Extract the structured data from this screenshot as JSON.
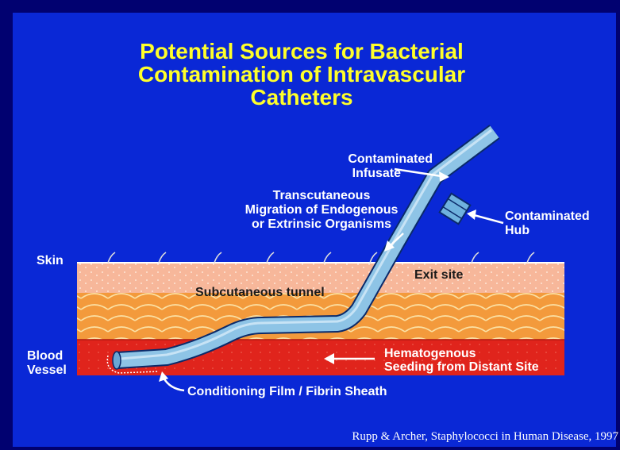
{
  "title": {
    "line1": "Potential Sources for Bacterial",
    "line2": "Contamination of Intravascular",
    "line3": "Catheters"
  },
  "labels": {
    "infusate_line1": "Contaminated",
    "infusate_line2": "Infusate",
    "migration_line1": "Transcutaneous",
    "migration_line2": "Migration of Endogenous",
    "migration_line3": "or Extrinsic Organisms",
    "hub_line1": "Contaminated",
    "hub_line2": "Hub",
    "skin": "Skin",
    "exit_site": "Exit site",
    "tunnel": "Subcutaneous tunnel",
    "vessel_line1": "Blood",
    "vessel_line2": "Vessel",
    "hematogenous_line1": "Hematogenous",
    "hematogenous_line2": "Seeding from Distant Site",
    "film": "Conditioning Film / Fibrin Sheath"
  },
  "citation": "Rupp & Archer, Staphylococci in Human Disease, 1997",
  "colors": {
    "background": "#0a28d6",
    "border": "#010170",
    "title": "#ffff2a",
    "skin": "#f7b79a",
    "tissue": "#f39a3c",
    "blood": "#e0241c",
    "catheter": "#8ec4e6"
  }
}
